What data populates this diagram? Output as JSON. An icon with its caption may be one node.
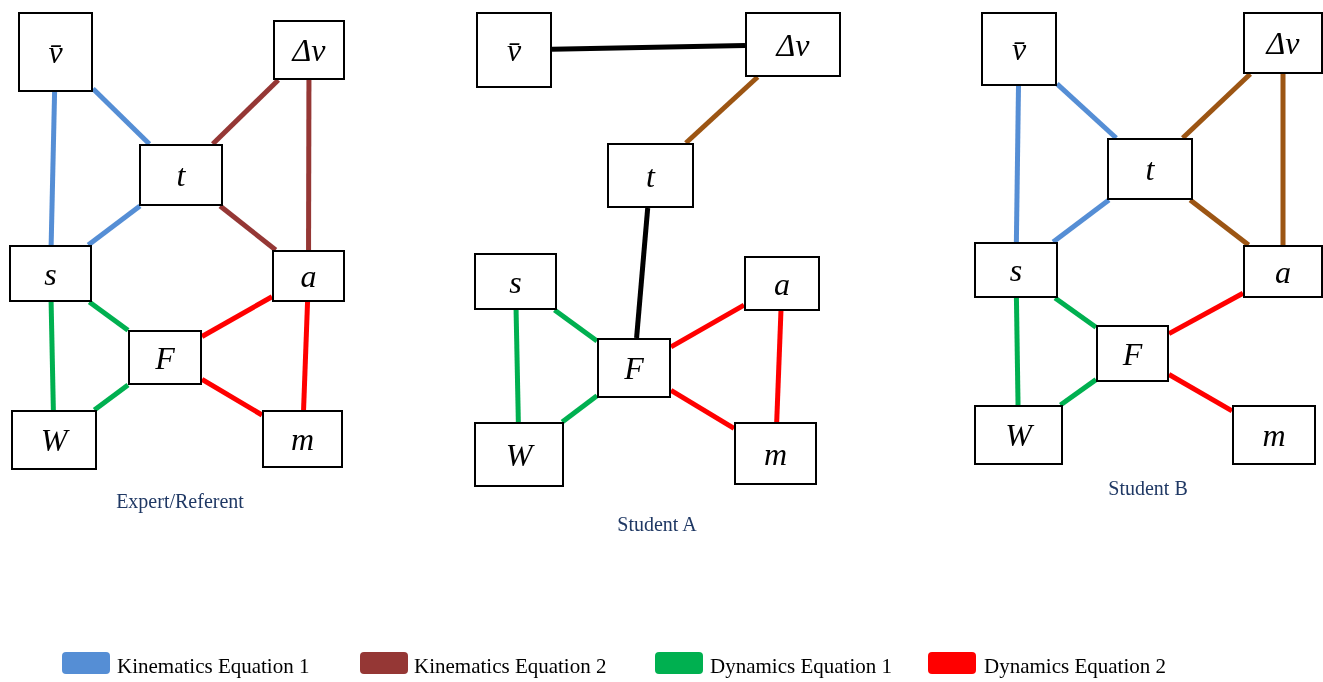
{
  "diagram": {
    "nodes": [
      {
        "text": [
          "v̄"
        ]
      },
      {
        "text": [
          "Δv"
        ]
      },
      {
        "text": [
          "t"
        ]
      },
      {
        "text": [
          "s"
        ]
      },
      {
        "text": [
          "a"
        ]
      },
      {
        "text": [
          "F"
        ]
      },
      {
        "text": [
          "W"
        ]
      },
      {
        "text": [
          "m"
        ]
      },
      {
        "text": [
          "v̄"
        ]
      },
      {
        "text": [
          "Δv"
        ]
      },
      {
        "text": [
          "t"
        ]
      },
      {
        "text": [
          "s"
        ]
      },
      {
        "text": [
          "a"
        ]
      },
      {
        "text": [
          "F"
        ]
      },
      {
        "text": [
          "W"
        ]
      },
      {
        "text": [
          "m"
        ]
      },
      {
        "text": [
          "v̄"
        ]
      },
      {
        "text": [
          "Δv"
        ]
      },
      {
        "text": [
          "t"
        ]
      },
      {
        "text": [
          "s"
        ]
      },
      {
        "text": [
          "a"
        ]
      },
      {
        "text": [
          "F"
        ]
      },
      {
        "text": [
          "W"
        ]
      },
      {
        "text": [
          "m"
        ]
      }
    ],
    "edges": [
      {
        "from": 0,
        "to": 3,
        "arrow": "none",
        "color": "#558ed5"
      },
      {
        "from": 0,
        "to": 2,
        "arrow": "none",
        "color": "#558ed5"
      },
      {
        "from": 2,
        "to": 3,
        "arrow": "none",
        "color": "#558ed5"
      },
      {
        "from": 1,
        "to": 2,
        "arrow": "none",
        "color": "#953735"
      },
      {
        "from": 1,
        "to": 4,
        "arrow": "none",
        "color": "#953735"
      },
      {
        "from": 2,
        "to": 4,
        "arrow": "none",
        "color": "#953735"
      },
      {
        "from": 3,
        "to": 5,
        "arrow": "none",
        "color": "#00b050"
      },
      {
        "from": 3,
        "to": 6,
        "arrow": "none",
        "color": "#00b050"
      },
      {
        "from": 6,
        "to": 5,
        "arrow": "none",
        "color": "#00b050"
      },
      {
        "from": 5,
        "to": 4,
        "arrow": "none",
        "color": "#ff0000"
      },
      {
        "from": 5,
        "to": 7,
        "arrow": "none",
        "color": "#ff0000"
      },
      {
        "from": 4,
        "to": 7,
        "arrow": "none",
        "color": "#ff0000"
      },
      {
        "from": 8,
        "to": 9,
        "arrow": "none",
        "color": "#000000"
      },
      {
        "from": 9,
        "to": 10,
        "arrow": "none",
        "color": "#9c5513"
      },
      {
        "from": 10,
        "to": 13,
        "arrow": "none",
        "color": "#000000"
      },
      {
        "from": 11,
        "to": 13,
        "arrow": "none",
        "color": "#00b050"
      },
      {
        "from": 11,
        "to": 14,
        "arrow": "none",
        "color": "#00b050"
      },
      {
        "from": 14,
        "to": 13,
        "arrow": "none",
        "color": "#00b050"
      },
      {
        "from": 13,
        "to": 12,
        "arrow": "none",
        "color": "#ff0000"
      },
      {
        "from": 13,
        "to": 15,
        "arrow": "none",
        "color": "#ff0000"
      },
      {
        "from": 12,
        "to": 15,
        "arrow": "none",
        "color": "#ff0000"
      },
      {
        "from": 16,
        "to": 19,
        "arrow": "none",
        "color": "#558ed5"
      },
      {
        "from": 16,
        "to": 18,
        "arrow": "none",
        "color": "#558ed5"
      },
      {
        "from": 18,
        "to": 19,
        "arrow": "none",
        "color": "#558ed5"
      },
      {
        "from": 17,
        "to": 18,
        "arrow": "none",
        "color": "#9c5513"
      },
      {
        "from": 17,
        "to": 20,
        "arrow": "none",
        "color": "#9c5513"
      },
      {
        "from": 18,
        "to": 20,
        "arrow": "none",
        "color": "#9c5513"
      },
      {
        "from": 19,
        "to": 21,
        "arrow": "none",
        "color": "#00b050"
      },
      {
        "from": 19,
        "to": 22,
        "arrow": "none",
        "color": "#00b050"
      },
      {
        "from": 22,
        "to": 21,
        "arrow": "none",
        "color": "#00b050"
      },
      {
        "from": 21,
        "to": 20,
        "arrow": "none",
        "color": "#ff0000"
      },
      {
        "from": 21,
        "to": 23,
        "arrow": "none",
        "color": "#ff0000"
      }
    ],
    "labels": [
      "Expert/Referent",
      "Student A",
      "Student B"
    ],
    "legend": [
      {
        "text": "Kinematics Equation 1",
        "color": "#558ed5"
      },
      {
        "text": "Kinematics Equation 2",
        "color": "#953735"
      },
      {
        "text": "Dynamics Equation 1",
        "color": "#00b050"
      },
      {
        "text": "Dynamics Equation 2",
        "color": "#ff0000"
      }
    ]
  }
}
